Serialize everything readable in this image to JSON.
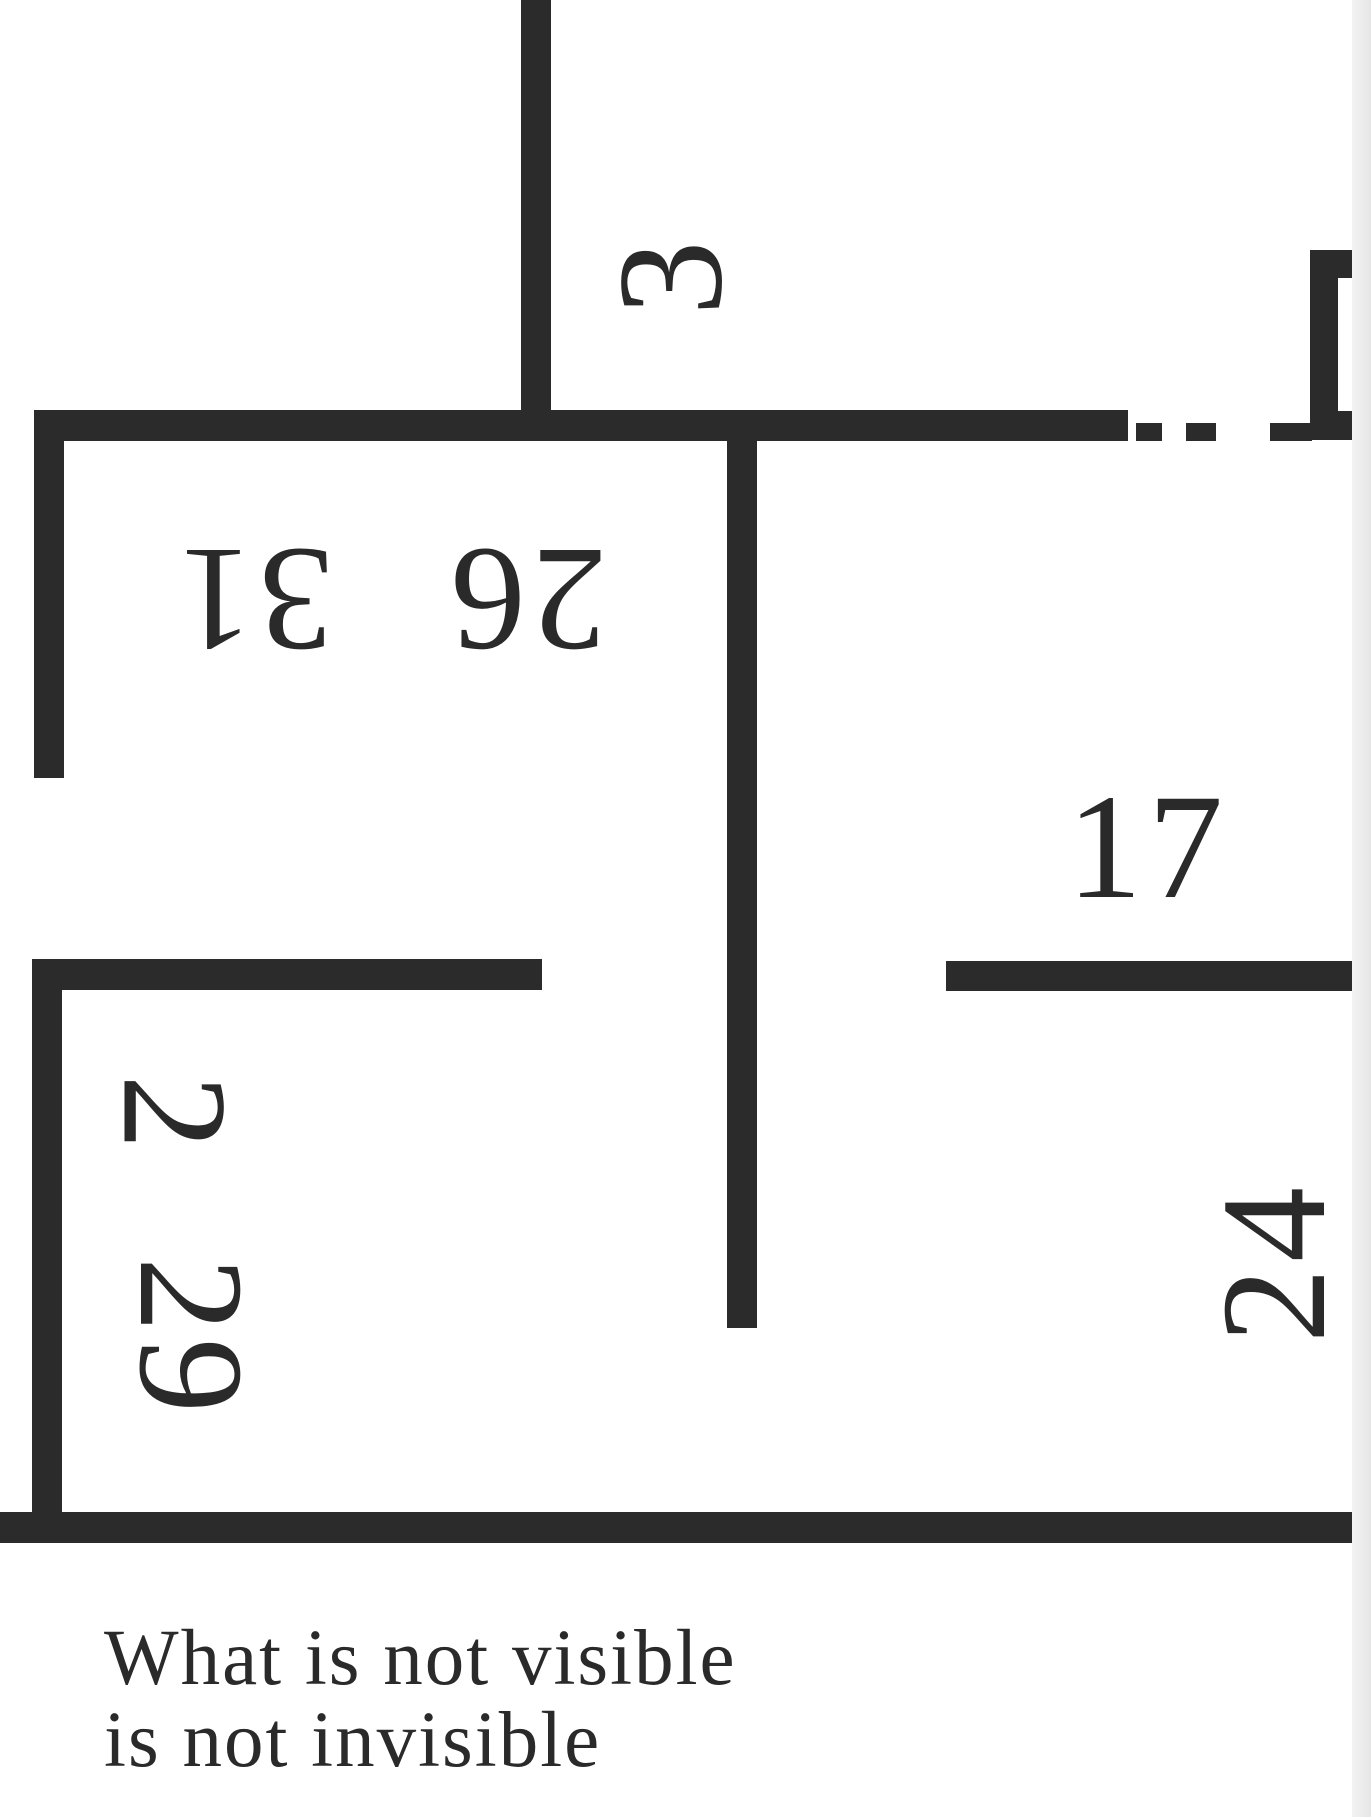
{
  "room_numbers": {
    "n3": "3",
    "n26": "26",
    "n31": "31",
    "n17": "17",
    "n2": "2",
    "n29": "29",
    "n24": "24"
  },
  "caption": {
    "line1": "What is not visible",
    "line2": "is not invisible"
  },
  "colors": {
    "wall": "#2b2b2b",
    "background": "#ffffff",
    "text": "#2a2a2a"
  }
}
